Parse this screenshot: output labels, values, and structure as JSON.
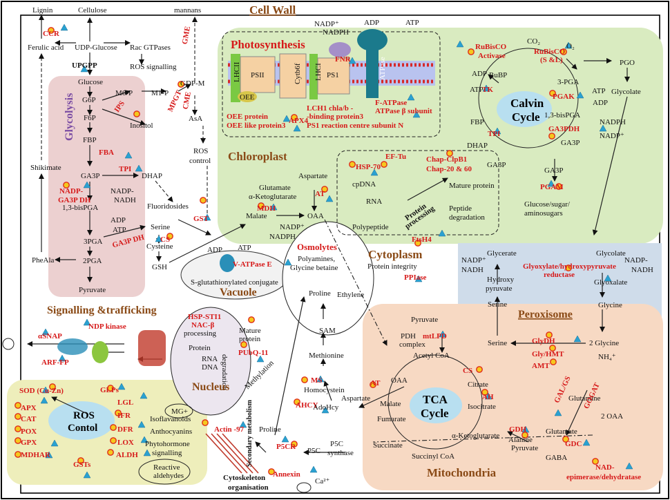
{
  "compartments": {
    "cell_wall": "Cell Wall",
    "chloroplast": "Chloroplast",
    "photosynthesis": "Photosynthesis",
    "glycolysis": "Glycolysis",
    "cytoplasm": "Cytoplasm",
    "vacuole": "Vacuole",
    "nucleus": "Nucleus",
    "peroxisome": "Peroxisome",
    "mitochondria": "Mitochondria",
    "signalling": "Signalling &trafficking",
    "calvin": [
      "Calvin",
      "Cycle"
    ],
    "tca": [
      "TCA",
      "Cycle"
    ],
    "ros": [
      "ROS",
      "Contol"
    ],
    "osmolytes": "Osmolytes",
    "cytoskeleton": [
      "Cytoskeleton",
      "organisation"
    ],
    "secondary": "Secondary metabolism"
  },
  "colors": {
    "chloroplast_bg": "#d9ebc0",
    "glycolysis_bg": "#ecd0d0",
    "peroxisome_bg": "#cfdcea",
    "mitochondria_bg": "#f7d9c3",
    "ros_bg": "#eeeebb",
    "nucleus_bg": "#ece6ef",
    "enzyme_red": "#d61a1a",
    "up_triangle": "#2aa1d1",
    "dot_yellow": "#f5c81e"
  },
  "enzymes": {
    "ccr": "CCR",
    "upgpp": "UPGPP",
    "ips": "IPS",
    "mpgt": "MPGT",
    "gme": "GME",
    "cme": "CME",
    "fba": "FBA",
    "tpi_gly": "TPI",
    "nadp_ga3pdh_1": "NADP-",
    "nadp_ga3pdh_2": "GA3P DH",
    "ga3pdh_gly": "GA3P DH",
    "cs_cys": "CS",
    "gst": "GST",
    "vatpase": "V-ATPase E",
    "apx4": "APX4",
    "fnr": "FNR",
    "oee_protein": "OEE protein",
    "oee_like": "OEE like protein3",
    "lch1_1": "LCH1 chla/b -",
    "lch1_2": "-binding protein3",
    "ps1_rc": "PS1 reaction centre subunit N",
    "fatpase": "F-ATPase",
    "atpase_beta": "ATPase β subunit",
    "rubisco_act_1": "RuBisCO",
    "rubisco_act_2": "Activase",
    "rubisco_1": "RuBisCO",
    "rubisco_2": "(S &L)",
    "tk": "TK",
    "pgak": "PGAK",
    "tpi_cal": "TPI",
    "ga3pdh_cal": "GA3PDH",
    "pgam": "PGAM",
    "at_chl": "AT",
    "mdh": "MDH",
    "eftu": "EF-Tu",
    "hsp70": "HSP-70",
    "chap_clp": "Chap-ClpB1",
    "chap_20": "Chap-20 & 60",
    "ftsh4": "FtsH4",
    "glyox_red_1": "Glyoxylate/hydroxypyruvate",
    "glyox_red_2": "reductase",
    "ppiase": "PPIase",
    "glydh": "GlyDH",
    "gly_hmt": "Gly/HMT",
    "amt": "AMT",
    "mtlpd": "mtLPD",
    "cs_tca": "CS",
    "ah": "AH",
    "at_mito": "AT",
    "gdh": "GDH",
    "gal_gs": "GAL/GS",
    "gogat": "GOGAT",
    "gdc": "GDC",
    "nad_epi_1": "NAD-",
    "nad_epi_2": "epimerase/dehydratase",
    "ms": "MS",
    "ahcy": "AHCY",
    "p5cr": "P5CR",
    "annexin": "Annexin",
    "actin": "Actin -97",
    "ndp_kinase": "NDP kinase",
    "asnap": "αSNAP",
    "arf": "ARF-FP",
    "hsp_sti": "HSP-STI1",
    "nac": "NAC-β",
    "pubq": "PUbQ-11",
    "sod": "SOD (Cu-Zn)",
    "apx": "APX",
    "cat": "CAT",
    "pox": "POX",
    "gpx": "GPX",
    "mdhar": "MDHAR",
    "glps": "GLPs",
    "lgl": "LGL",
    "ifr": "IFR",
    "dfr": "DFR",
    "lox": "LOX",
    "aldh": "ALDH",
    "gsts": "GSTs"
  },
  "metabolites": {
    "lignin": "Lignin",
    "cellulose": "Cellulose",
    "mannans": "mannans",
    "ferulic": "Ferulic acid",
    "udp_glucose": "UDP-Glucose",
    "rac": "Rac GTPases",
    "ros_sig": "ROS signalling",
    "glucose": "Glucose",
    "g6p": "G6P",
    "m6p": "M6-P",
    "m1p": "M1-P",
    "gdp_m": "GDP-M",
    "asa": "AsA",
    "f6p": "F6P",
    "inositol": "Inositol",
    "ros_control": [
      "ROS",
      "control"
    ],
    "fbp": "FBP",
    "ga3p": "GA3P",
    "dhap": "DHAP",
    "nadp_minus": "NADP-",
    "nadh": "NADH",
    "bispga": "1,3-bisPGA",
    "fluori": "Fluoridosides",
    "adp": "ADP",
    "atp": "ATP",
    "pga3": "3PGA",
    "serine": "Serine",
    "cysteine": "Cysteine",
    "gsh": "GSH",
    "pga2": "2PGA",
    "pyruvate": "Pyruvate",
    "pheala": "PheAla",
    "shikimate": "Shikimate",
    "sglut": "S-glutathionylated conjugate",
    "nadp_plus": "NADP⁺",
    "nadph": "NADPH",
    "lhcii": "LHCII",
    "psii": "PSII",
    "oee": "OEE",
    "cytb6f": "Cytb6f",
    "lhci": "LHCI",
    "psi": "PS1",
    "atpase": "ATPase",
    "co2": "CO₂",
    "o2": "O₂",
    "rubp": "RuBP",
    "pga3c": "3-PGA",
    "pgo": "PGO",
    "glycolate": "Glycolate",
    "bispga_c": "1,3-bisPGA",
    "dhap_c": "DHAP",
    "ga3p_c": "GA3P",
    "glucose_sugar": [
      "Glucose/sugar/",
      "aminosugars"
    ],
    "aspartate": "Aspartate",
    "glutamate": "Glutamate",
    "akg": "α-Ketoglutarate",
    "malate": "Malate",
    "oaa": "OAA",
    "cpdna": "cpDNA",
    "rna": "RNA",
    "polypeptide": "Polypeptide",
    "mature": "Mature protein",
    "peptide_deg": [
      "Peptide",
      "degradation"
    ],
    "protein_processing": [
      "Protein",
      "processing"
    ],
    "protein_integrity": "Protein integrity",
    "glycerate": "Glycerate",
    "hydroxy": [
      "Hydroxy",
      "pyruvate"
    ],
    "glyoxalate": "Glyoxalate",
    "glycine": "Glycine",
    "osm_1": "Polyamines,",
    "osm_2": "Glycine betaine",
    "proline": "Proline",
    "ethylene": "Ethylene",
    "sam": "SAM",
    "methionine": "Methionine",
    "homocystein": "Homocystein",
    "adohcy": "AdoHcy",
    "methylation": "Methylation",
    "pdh": [
      "PDH",
      "complex"
    ],
    "acetyl": "Acetyl CoA",
    "citrate": "Citrate",
    "isocitrate": "Isocitrate",
    "fumarate": "Fumarate",
    "succinate": "Succinate",
    "succ_coa": "Succinyl CoA",
    "akg_m": "α-Ketoglutarate",
    "alanine": "Alanine",
    "gaba": "GABA",
    "glutamine": "Glutamine",
    "two_oaa": "2 OAA",
    "two_gly": "2 Glycine",
    "nh4": "NH₄⁺",
    "p5c": "P5C",
    "p5c_syn": [
      "P5C",
      "synthase"
    ],
    "ca": "Ca²⁺",
    "nuc_processing": "processing",
    "nuc_protein": "Protein",
    "nuc_rna": "RNA",
    "nuc_dna": "DNA",
    "nuc_mature": [
      "Mature",
      "protein"
    ],
    "degradation": "degradation",
    "isoflavanoids": "Isoflavanoids",
    "anthocyanins": "Anthocyanins",
    "phyto": [
      "Phytohormone",
      "signalling"
    ],
    "reactive": [
      "Reactive",
      "aldehydes"
    ],
    "mg": "MG+"
  }
}
